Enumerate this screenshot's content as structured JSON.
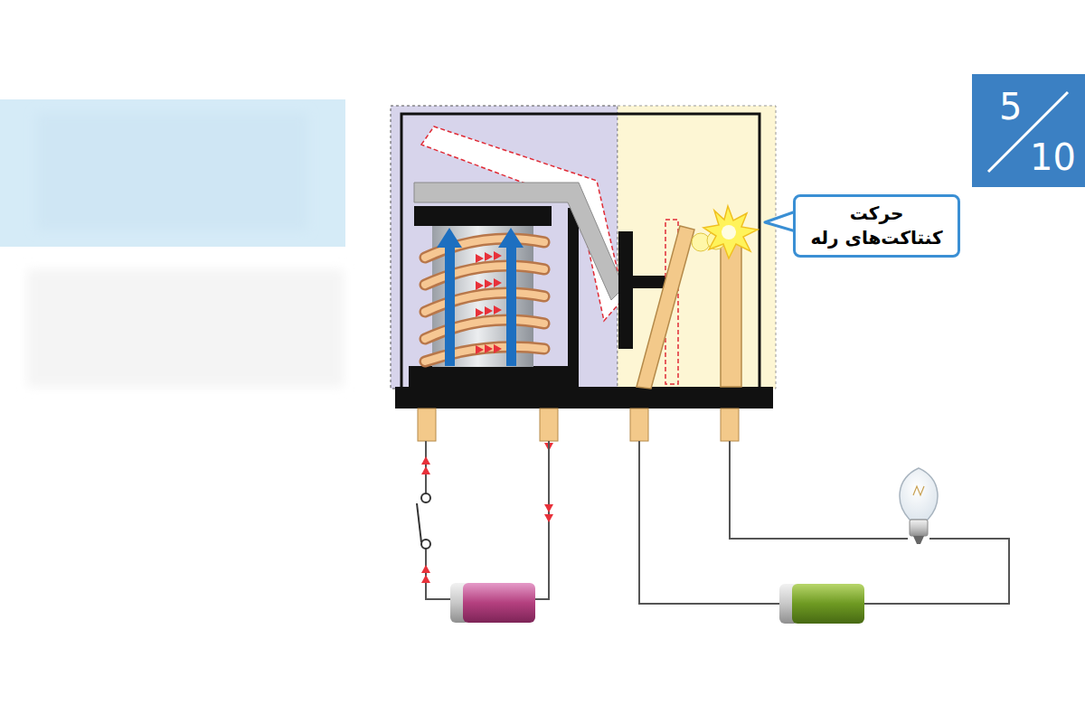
{
  "diagram": {
    "nodes": [
      {
        "text": [
          "5",
          "10"
        ]
      },
      {
        "text": [
          "حرکت کنتاکت‌های رله"
        ]
      }
    ]
  }
}
